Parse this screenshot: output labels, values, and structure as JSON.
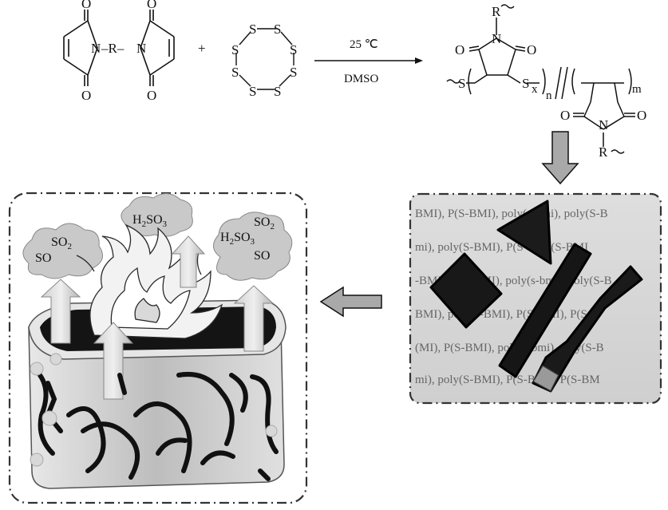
{
  "reaction": {
    "conditions_top": "25 ℃",
    "conditions_bottom": "DMSO",
    "plus": "+",
    "atoms": {
      "O": "O",
      "N": "N",
      "S": "S",
      "R": "R"
    },
    "linker": "–R–",
    "polymer_subscripts": {
      "x": "x",
      "n": "n",
      "m": "m"
    }
  },
  "photo_text_lines": [
    "BMI), P(S-BMI), poly(s-bmi), poly(S-B",
    "mi), poly(S-BMI), P(S-B , P(S-BMI",
    "-BMI), P(S-BMI), poly(s-bmi), poly(S-B",
    "BMI), poly(S-BMI), P(S-BMI), P(S-B",
    "(MI), P(S-BMI), poly(s-bmi), poly(S-B",
    "mi), poly(S-BMI), P(S-BMI), P(S-BM"
  ],
  "clouds": [
    {
      "lines": [
        "SO2",
        "SO"
      ]
    },
    {
      "lines": [
        "H2SO3"
      ]
    },
    {
      "lines": [
        "SO2",
        "H2SO3",
        "SO"
      ]
    }
  ],
  "colors": {
    "ink": "#111111",
    "panel_border": "#333333",
    "cloud": "#c9c9c9",
    "arrow_fill": "#bdbdbd"
  }
}
